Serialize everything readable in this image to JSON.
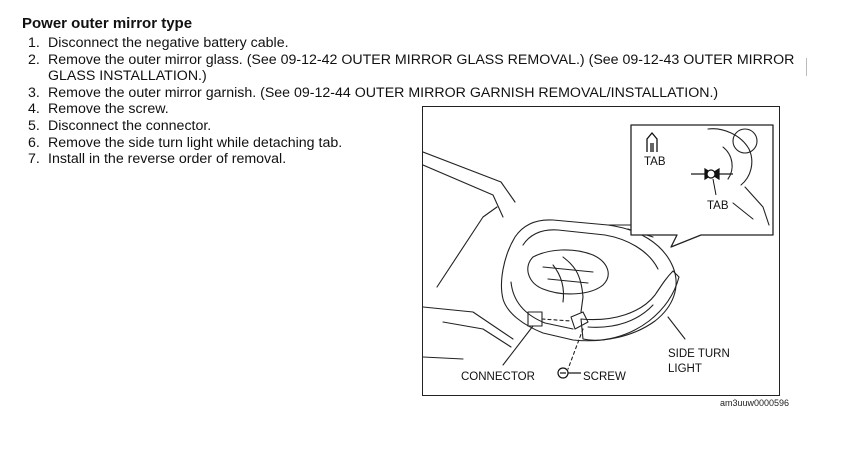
{
  "document": {
    "title": "Power outer mirror type",
    "steps": [
      {
        "num": "1.",
        "text": "Disconnect the negative battery cable."
      },
      {
        "num": "2.",
        "text": "Remove the outer mirror glass. (See 09-12-42 OUTER MIRROR GLASS REMOVAL.) (See 09-12-43 OUTER MIRROR GLASS INSTALLATION.)"
      },
      {
        "num": "3.",
        "text": "Remove the outer mirror garnish. (See 09-12-44 OUTER MIRROR GARNISH REMOVAL/INSTALLATION.)"
      },
      {
        "num": "4.",
        "text": "Remove the screw."
      },
      {
        "num": "5.",
        "text": "Disconnect the connector."
      },
      {
        "num": "6.",
        "text": "Remove the side turn light while detaching tab."
      },
      {
        "num": "7.",
        "text": "Install in the reverse order of removal."
      }
    ]
  },
  "figure": {
    "labels": {
      "tab_top": "TAB",
      "tab_bottom": "TAB",
      "connector": "CONNECTOR",
      "screw": "SCREW",
      "side_turn_light_line1": "SIDE TURN",
      "side_turn_light_line2": "LIGHT"
    },
    "code": "am3uuw0000596"
  }
}
